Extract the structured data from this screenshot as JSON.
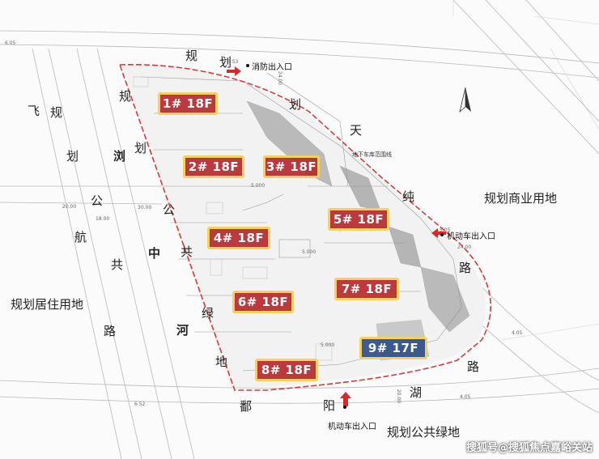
{
  "buildings": [
    {
      "label": "1# 18F"
    },
    {
      "label": "2# 18F"
    },
    {
      "label": "3# 18F"
    },
    {
      "label": "5# 18F"
    },
    {
      "label": "4# 18F"
    },
    {
      "label": "7# 18F"
    },
    {
      "label": "6# 18F"
    },
    {
      "label": "9# 17F"
    },
    {
      "label": "8# 18F"
    }
  ],
  "roads": {
    "north": [
      "规",
      "划",
      "划",
      "天",
      "纯",
      "路"
    ],
    "west": [
      "飞",
      "规",
      "划",
      "公",
      "航",
      "共",
      "路"
    ],
    "south": [
      "鄱",
      "阳",
      "湖",
      "路"
    ]
  },
  "river": [
    "规",
    "划",
    "公",
    "共",
    "绿",
    "地"
  ],
  "river_name": [
    "浏",
    "中",
    "河"
  ],
  "zones": {
    "commercial": "规划商业用地",
    "residential": "规划居住用地",
    "green": "规划公共绿地"
  },
  "entrances": {
    "fire": "消防出入口",
    "east": "机动车出入口",
    "south": "机动车出入口"
  },
  "annotations": {
    "garage_line": "地下车库范围线"
  },
  "dims": {
    "d0": "6.05",
    "d1": "5.53",
    "d2": "24.00",
    "d3": "20.00",
    "d4": "18.00",
    "d5": "30.00",
    "d6": "5.05",
    "d7": "24.00",
    "d8": "4.05",
    "d9": "4.05",
    "d10": "20.00",
    "d11": "6.52",
    "d12": "5.000",
    "d13": "5.000",
    "d14": "5.000"
  },
  "colors": {
    "building_red": "#b52a2f",
    "building_blue": "#2c4f8a",
    "building_border": "#f3d060",
    "boundary_red": "#d63a3a",
    "arrow_red": "#d62a2a"
  },
  "watermark": "搜狐号@搜狐焦点嘉峪关站"
}
